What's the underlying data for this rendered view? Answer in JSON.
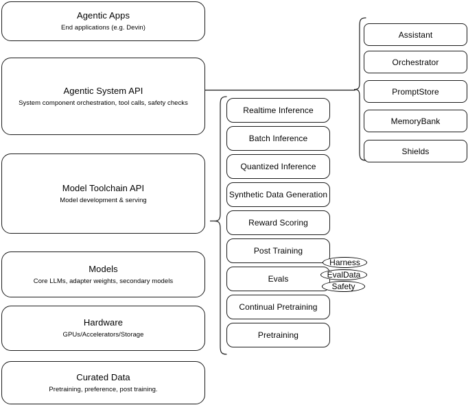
{
  "diagram": {
    "title": "AI stack layer architecture diagram",
    "stroke_color": "#1a1a1a",
    "background_color": "#ffffff"
  },
  "layers": [
    {
      "id": "agentic-apps",
      "title": "Agentic Apps",
      "subtitle": "End applications (e.g. Devin)"
    },
    {
      "id": "agentic-system-api",
      "title": "Agentic System API",
      "subtitle": "System component orchestration, tool calls, safety checks"
    },
    {
      "id": "model-toolchain-api",
      "title": "Model Toolchain API",
      "subtitle": "Model development & serving"
    },
    {
      "id": "models",
      "title": "Models",
      "subtitle": "Core LLMs, adapter weights, secondary models"
    },
    {
      "id": "hardware",
      "title": "Hardware",
      "subtitle": "GPUs/Accelerators/Storage"
    },
    {
      "id": "curated-data",
      "title": "Curated Data",
      "subtitle": "Pretraining, preference, post training."
    }
  ],
  "toolchain_components": [
    {
      "id": "realtime-inference",
      "label": "Realtime Inference"
    },
    {
      "id": "batch-inference",
      "label": "Batch Inference"
    },
    {
      "id": "quantized-inference",
      "label": "Quantized Inference"
    },
    {
      "id": "synthetic-data-generation",
      "label": "Synthetic Data Generation"
    },
    {
      "id": "reward-scoring",
      "label": "Reward Scoring"
    },
    {
      "id": "post-training",
      "label": "Post Training"
    },
    {
      "id": "evals",
      "label": "Evals"
    },
    {
      "id": "continual-pretraining",
      "label": "Continual Pretraining"
    },
    {
      "id": "pretraining",
      "label": "Pretraining"
    }
  ],
  "evals_subcomponents": [
    {
      "id": "harness",
      "label": "Harness"
    },
    {
      "id": "evaldata",
      "label": "EvalData"
    },
    {
      "id": "safety",
      "label": "Safety"
    }
  ],
  "agentic_system_components": [
    {
      "id": "assistant",
      "label": "Assistant"
    },
    {
      "id": "orchestrator",
      "label": "Orchestrator"
    },
    {
      "id": "promptstore",
      "label": "PromptStore"
    },
    {
      "id": "memorybank",
      "label": "MemoryBank"
    },
    {
      "id": "shields",
      "label": "Shields"
    }
  ]
}
